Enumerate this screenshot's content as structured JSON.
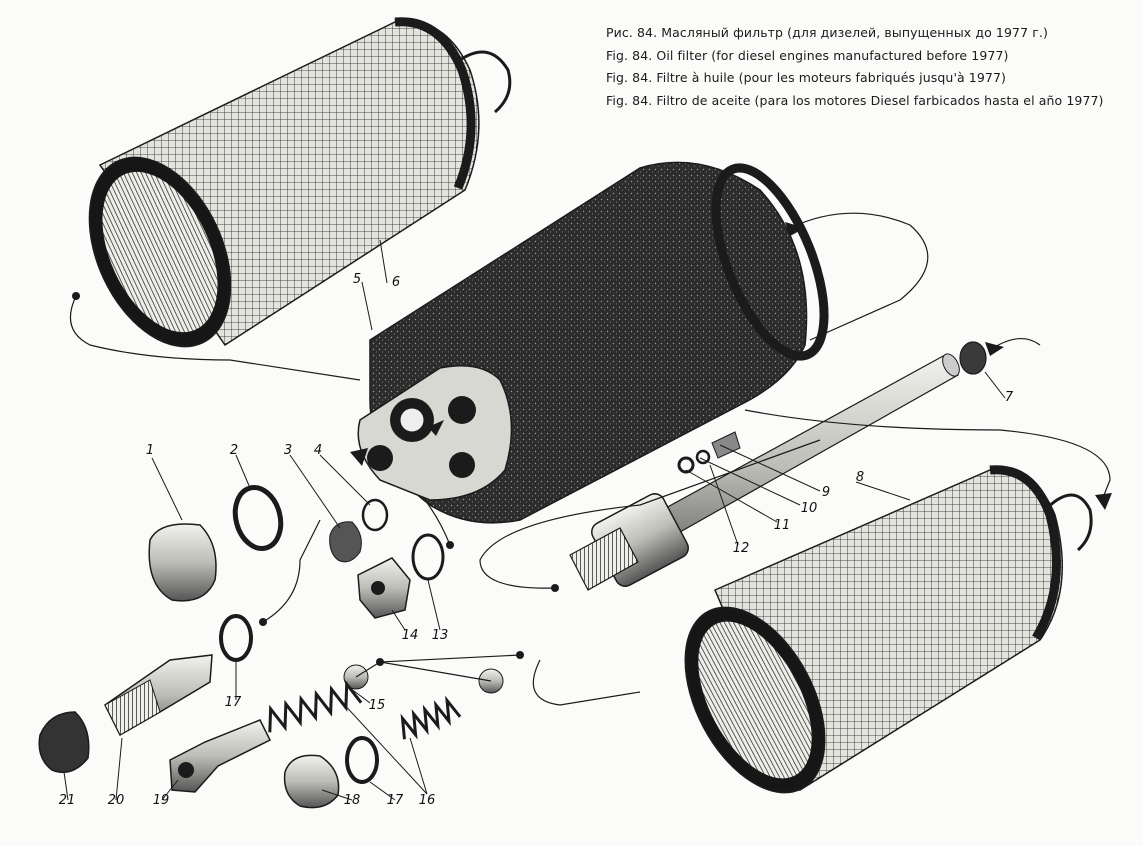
{
  "captions": [
    "Рис. 84. Масляный фильтр (для дизелей, выпущенных до 1977 г.)",
    "Fig. 84. Oil filter (for diesel engines manufactured before 1977)",
    "Fig. 84. Filtre à huile (pour les moteurs fabriqués jusqu'à 1977)",
    "Fig. 84. Filtro de aceite (para los motores Diesel farbicados hasta el año 1977)"
  ],
  "part_numbers": {
    "p1": "1",
    "p2": "2",
    "p3": "3",
    "p4": "4",
    "p5": "5",
    "p6": "6",
    "p7": "7",
    "p8": "8",
    "p9": "9",
    "p10": "10",
    "p11": "11",
    "p12": "12",
    "p13": "13",
    "p14": "14",
    "p15": "15",
    "p16": "16",
    "p17a": "17",
    "p17b": "17",
    "p18": "18",
    "p19": "19",
    "p20": "20",
    "p21": "21"
  },
  "colors": {
    "ink": "#1b1b1b",
    "paper": "#fbfbf9",
    "housing_fill": "#2a2a2a",
    "mesh_fill": "#d9d9d4"
  }
}
